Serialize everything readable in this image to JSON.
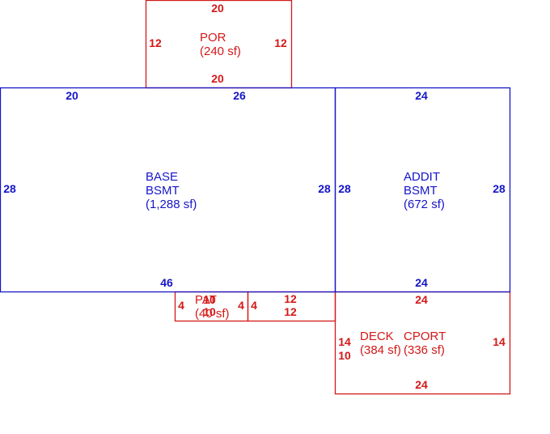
{
  "colors": {
    "living": "#1515c8",
    "exterior": "#d41818",
    "background": "#ffffff"
  },
  "areas": {
    "por": {
      "name": "POR",
      "area": "(240 sf)",
      "dims": {
        "top": "20",
        "bottom": "20",
        "left": "12",
        "right": "12"
      }
    },
    "base": {
      "name1": "BASE",
      "name2": "BSMT",
      "area": "(1,288 sf)",
      "dims": {
        "top_left": "20",
        "top_right": "26",
        "left": "28",
        "right": "28",
        "bottom": "46"
      }
    },
    "addit": {
      "name1": "ADDIT",
      "name2": "BSMT",
      "area": "(672 sf)",
      "dims": {
        "top": "24",
        "left": "28",
        "right": "28",
        "bottom": "24"
      }
    },
    "pat": {
      "name": "PAT",
      "area": "(40 sf)",
      "dims": {
        "left": "4",
        "right": "4",
        "top": "10",
        "bottom": "10"
      }
    },
    "walk": {
      "dims": {
        "left": "4",
        "top": "12",
        "bottom": "12"
      }
    },
    "deck": {
      "name": "DECK",
      "area": "(384 sf)",
      "dims": {
        "left_outer": "14",
        "left_inner": "10"
      }
    },
    "cport": {
      "name": "CPORT",
      "area": "(336 sf)",
      "dims": {
        "top": "24",
        "right": "14",
        "bottom": "24"
      }
    }
  }
}
